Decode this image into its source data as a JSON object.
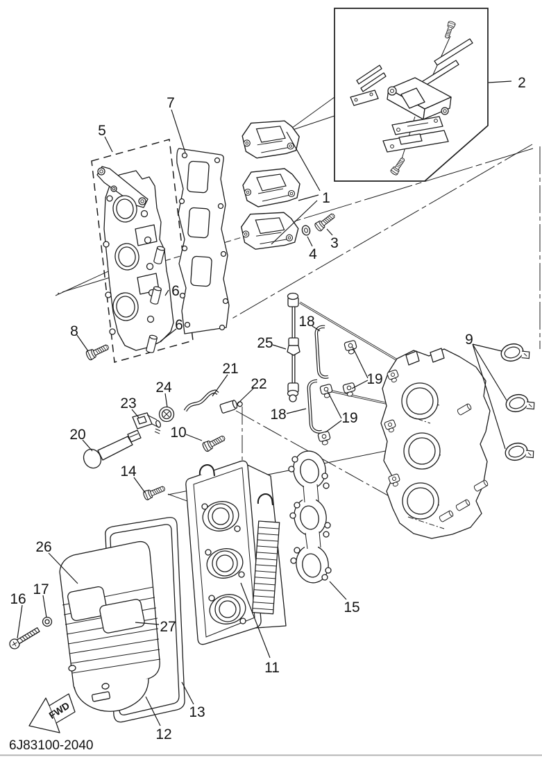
{
  "figure": {
    "type": "exploded-parts-diagram",
    "subject": "outboard-motor-intake-assembly",
    "drawing_number": "6J83100-2040",
    "fwd_label": "FWD",
    "colors": {
      "ink": "#1b1b1b",
      "background": "#ffffff",
      "bottom_rule": "#adadad"
    },
    "callouts": {
      "c1": "1",
      "c2": "2",
      "c3": "3",
      "c4": "4",
      "c5": "5",
      "c6a": "6",
      "c6b": "6",
      "c7": "7",
      "c8": "8",
      "c9": "9",
      "c10": "10",
      "c11": "11",
      "c12": "12",
      "c13": "13",
      "c14": "14",
      "c15": "15",
      "c16": "16",
      "c17": "17",
      "c18a": "18",
      "c18b": "18",
      "c19a": "19",
      "c19b": "19",
      "c20": "20",
      "c21": "21",
      "c22": "22",
      "c23": "23",
      "c24": "24",
      "c25": "25",
      "c26": "26",
      "c27": "27"
    }
  }
}
